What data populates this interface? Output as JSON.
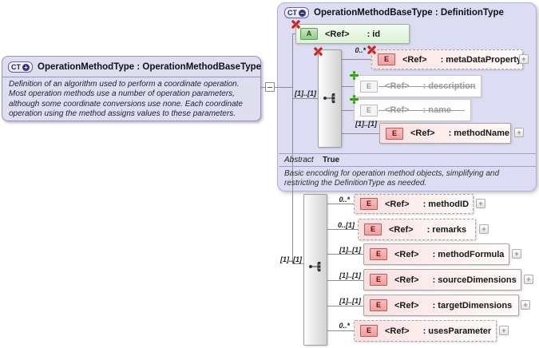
{
  "parent": {
    "icon_label": "CT",
    "icon_variant": "+",
    "title": "OperationMethodType : OperationMethodBaseType",
    "annotation": "Definition of an algorithm used to perform a coordinate operation. Most operation methods use a number of operation parameters, although some coordinate conversions use none. Each coordinate operation using the method assigns values to these parameters."
  },
  "base_type": {
    "icon_label": "CT",
    "icon_variant": "−",
    "title": "OperationMethodBaseType : DefinitionType",
    "attribute_id": {
      "icon": "A",
      "ref": "<Ref>",
      "name": ": id"
    },
    "sequence_cardinality": "[1]..[1]",
    "elements": [
      {
        "cardinality": "0..*",
        "ref": "<Ref>",
        "name": ": metaDataProperty"
      },
      {
        "cardinality": "",
        "ref": "<Ref>",
        "name": ": description"
      },
      {
        "cardinality": "",
        "ref": "<Ref>",
        "name": ": name"
      },
      {
        "cardinality": "[1]..[1]",
        "ref": "<Ref>",
        "name": ": methodName"
      }
    ],
    "abstract_label": "Abstract",
    "abstract_value": "True",
    "annotation": "Basic encoding for operation method objects, simplifying and restricting the DefinitionType as needed."
  },
  "extension": {
    "sequence_cardinality": "[1]..[1]",
    "elements": [
      {
        "cardinality": "0..*",
        "ref": "<Ref>",
        "name": ": methodID"
      },
      {
        "cardinality": "0..[1]",
        "ref": "<Ref>",
        "name": ": remarks"
      },
      {
        "cardinality": "[1]..[1]",
        "ref": "<Ref>",
        "name": ": methodFormula"
      },
      {
        "cardinality": "[1]..[1]",
        "ref": "<Ref>",
        "name": ": sourceDimensions"
      },
      {
        "cardinality": "[1]..[1]",
        "ref": "<Ref>",
        "name": ": targetDimensions"
      },
      {
        "cardinality": "0..*",
        "ref": "<Ref>",
        "name": ": usesParameter"
      }
    ]
  },
  "icons": {
    "element_letter": "E",
    "expand": "+"
  },
  "colors": {
    "container_fill": "#dcdcf3",
    "parent_fill": "#dedeef",
    "element_fill": "#f9e0e0",
    "attribute_fill": "#ddf2d7",
    "blocked_red": "#c62222",
    "added_green": "#35a015"
  }
}
